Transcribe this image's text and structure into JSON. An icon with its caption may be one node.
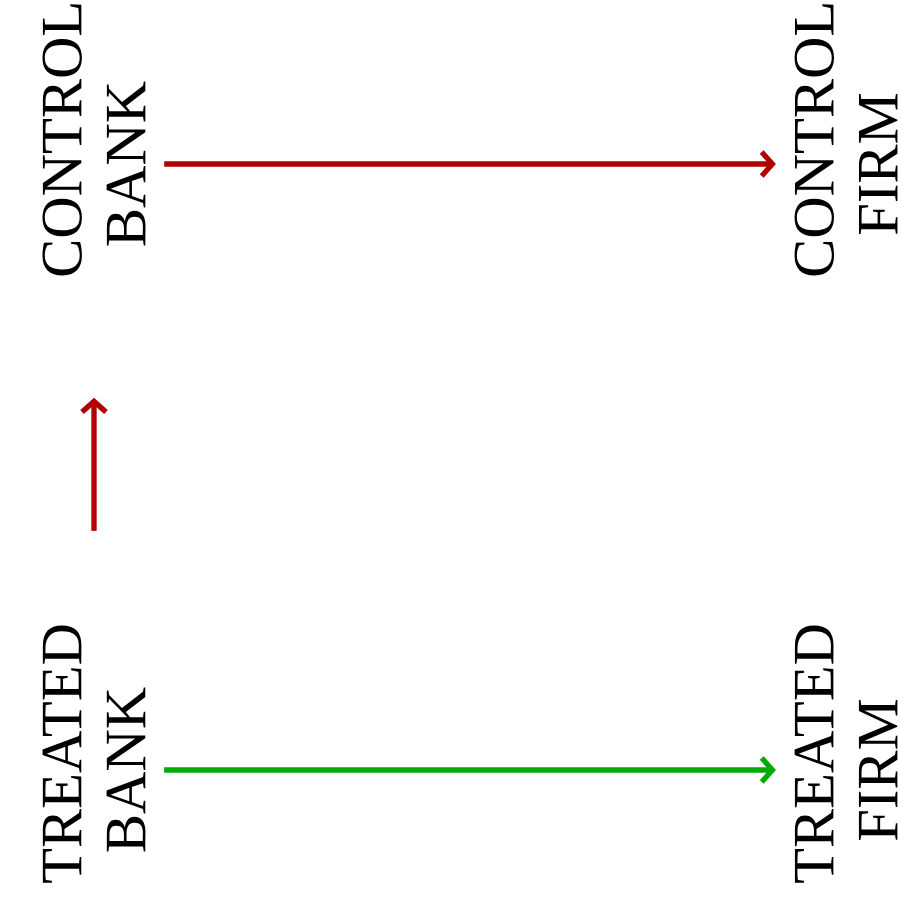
{
  "diagram": {
    "nodes": [
      {
        "text": [
          "CONTROL BANK"
        ]
      },
      {
        "text": [
          "CONTROL FIRM"
        ]
      },
      {
        "text": [
          "TREATED BANK"
        ]
      },
      {
        "text": [
          "TREATED FIRM"
        ]
      }
    ],
    "edges": [
      {
        "from": 0,
        "to": 1,
        "arrow": "to",
        "color": "#b00000"
      },
      {
        "from": 2,
        "to": 3,
        "arrow": "to",
        "color": "#00aa00"
      },
      {
        "from": 2,
        "to": 0,
        "arrow": "to",
        "color": "#b00000"
      }
    ]
  }
}
